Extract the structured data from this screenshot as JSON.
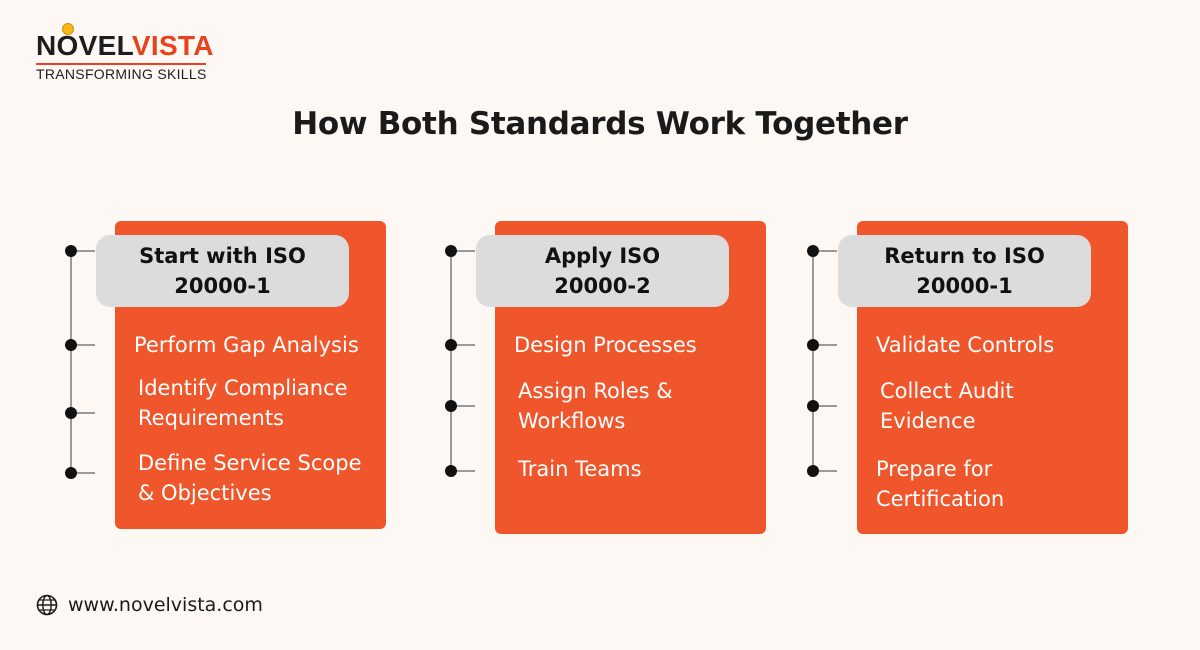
{
  "brand": {
    "name_part1": "N",
    "name_part2": "VEL",
    "name_part3": "VISTA",
    "tagline": "TRANSFORMING SKILLS"
  },
  "title": "How Both Standards Work Together",
  "columns": [
    {
      "header_line1": "Start with ISO",
      "header_line2": "20000-1",
      "items": [
        "Perform Gap Analysis",
        "Identify Compliance Requirements",
        "Define Service Scope & Objectives"
      ]
    },
    {
      "header_line1": "Apply ISO",
      "header_line2": "20000-2",
      "items": [
        "Design Processes",
        "Assign Roles & Workflows",
        "Train Teams"
      ]
    },
    {
      "header_line1": "Return to ISO",
      "header_line2": "20000-1",
      "items": [
        "Validate Controls",
        "Collect Audit Evidence",
        "Prepare for Certification"
      ]
    }
  ],
  "footer": {
    "icon": "globe-icon",
    "url": "www.novelvista.com"
  },
  "colors": {
    "background": "#fdf8f3",
    "accent": "#f0562b",
    "header_pill": "#dcdcdc",
    "brand_red": "#e8421f"
  }
}
